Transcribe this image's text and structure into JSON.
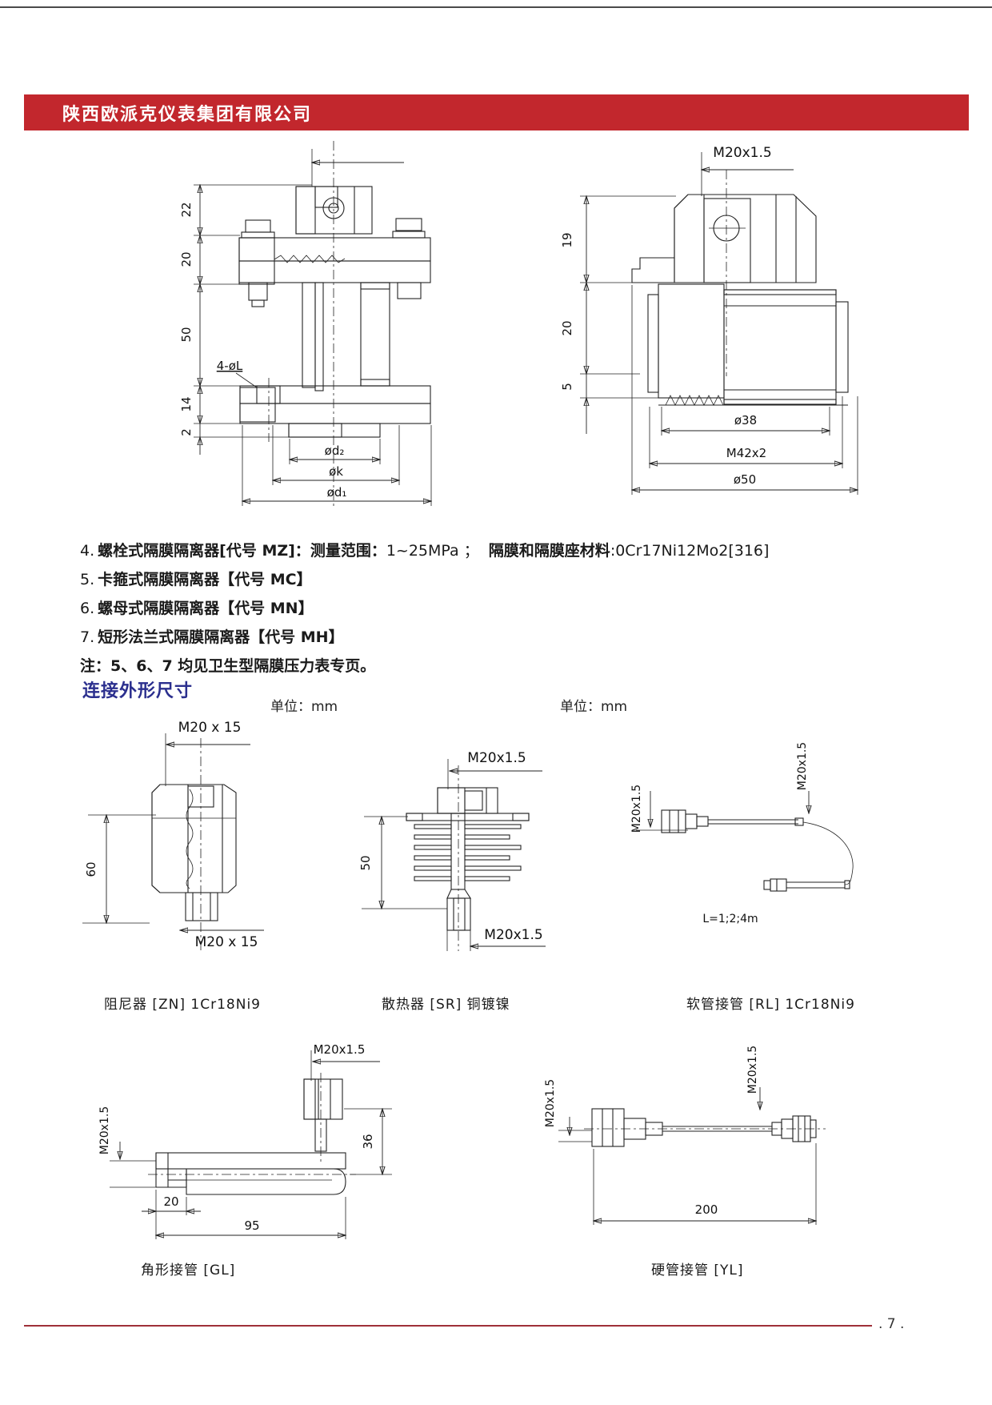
{
  "colors": {
    "header_red": "#c2272d",
    "heading_blue": "#2b2f8e",
    "footer_line_red": "#9e3039"
  },
  "header": {
    "company_name": "陕西欧派克仪表集团有限公司"
  },
  "spec_list": {
    "item4": {
      "prefix": "4.",
      "name": "螺栓式隔膜隔离器[代号 MZ]：",
      "range_label": "测量范围：",
      "range_value": "1~25MPa ；",
      "material_label": "隔膜和隔膜座材料",
      "material_value": ":0Cr17Ni12Mo2[316]"
    },
    "item5": {
      "prefix": "5.",
      "name": "卡箍式隔膜隔离器【代号 MC】"
    },
    "item6": {
      "prefix": "6.",
      "name": "螺母式隔膜隔离器【代号 MN】"
    },
    "item7": {
      "prefix": "7.",
      "name": "短形法兰式隔膜隔离器【代号 MH】"
    },
    "note": "注：5、6、7 均见卫生型隔膜压力表专页。"
  },
  "section": {
    "title": "连接外形尺寸",
    "unit_label_left": "单位：mm",
    "unit_label_right": "单位：mm"
  },
  "drawing_bolted_seal": {
    "left_dims": [
      "22",
      "20",
      "50",
      "14",
      "2"
    ],
    "hole_label": "4-øL",
    "dia_d2": "ød₂",
    "dia_k": "øk",
    "dia_d1": "ød₁"
  },
  "drawing_threaded_seal": {
    "thread_label": "M20x1.5",
    "left_dims": [
      "19",
      "20",
      "5"
    ],
    "dia_38": "ø38",
    "thread_42": "M42x2",
    "dia_50": "ø50"
  },
  "fittings": {
    "damper": {
      "thread_top": "M20 x 15",
      "height_dim": "60",
      "thread_bottom": "M20 x 15",
      "caption": "阻尼器 [ZN] 1Cr18Ni9"
    },
    "radiator": {
      "thread_top": "M20x1.5",
      "height_dim": "50",
      "thread_bottom": "M20x1.5",
      "caption": "散热器 [SR] 铜镀镍"
    },
    "hose": {
      "thread_left": "M20x1.5",
      "thread_right": "M20x1.5",
      "length_note": "L=1;2;4m",
      "caption": "软管接管 [RL] 1Cr18Ni9"
    },
    "angle": {
      "thread_top": "M20x1.5",
      "thread_left": "M20x1.5",
      "height_dim": "36",
      "offset_dim": "20",
      "length_dim": "95",
      "caption": "角形接管 [GL]"
    },
    "rigid": {
      "thread_left": "M20x1.5",
      "thread_right": "M20x1.5",
      "length_dim": "200",
      "caption": "硬管接管 [YL]"
    }
  },
  "footer": {
    "page_number": ". 7 ."
  }
}
